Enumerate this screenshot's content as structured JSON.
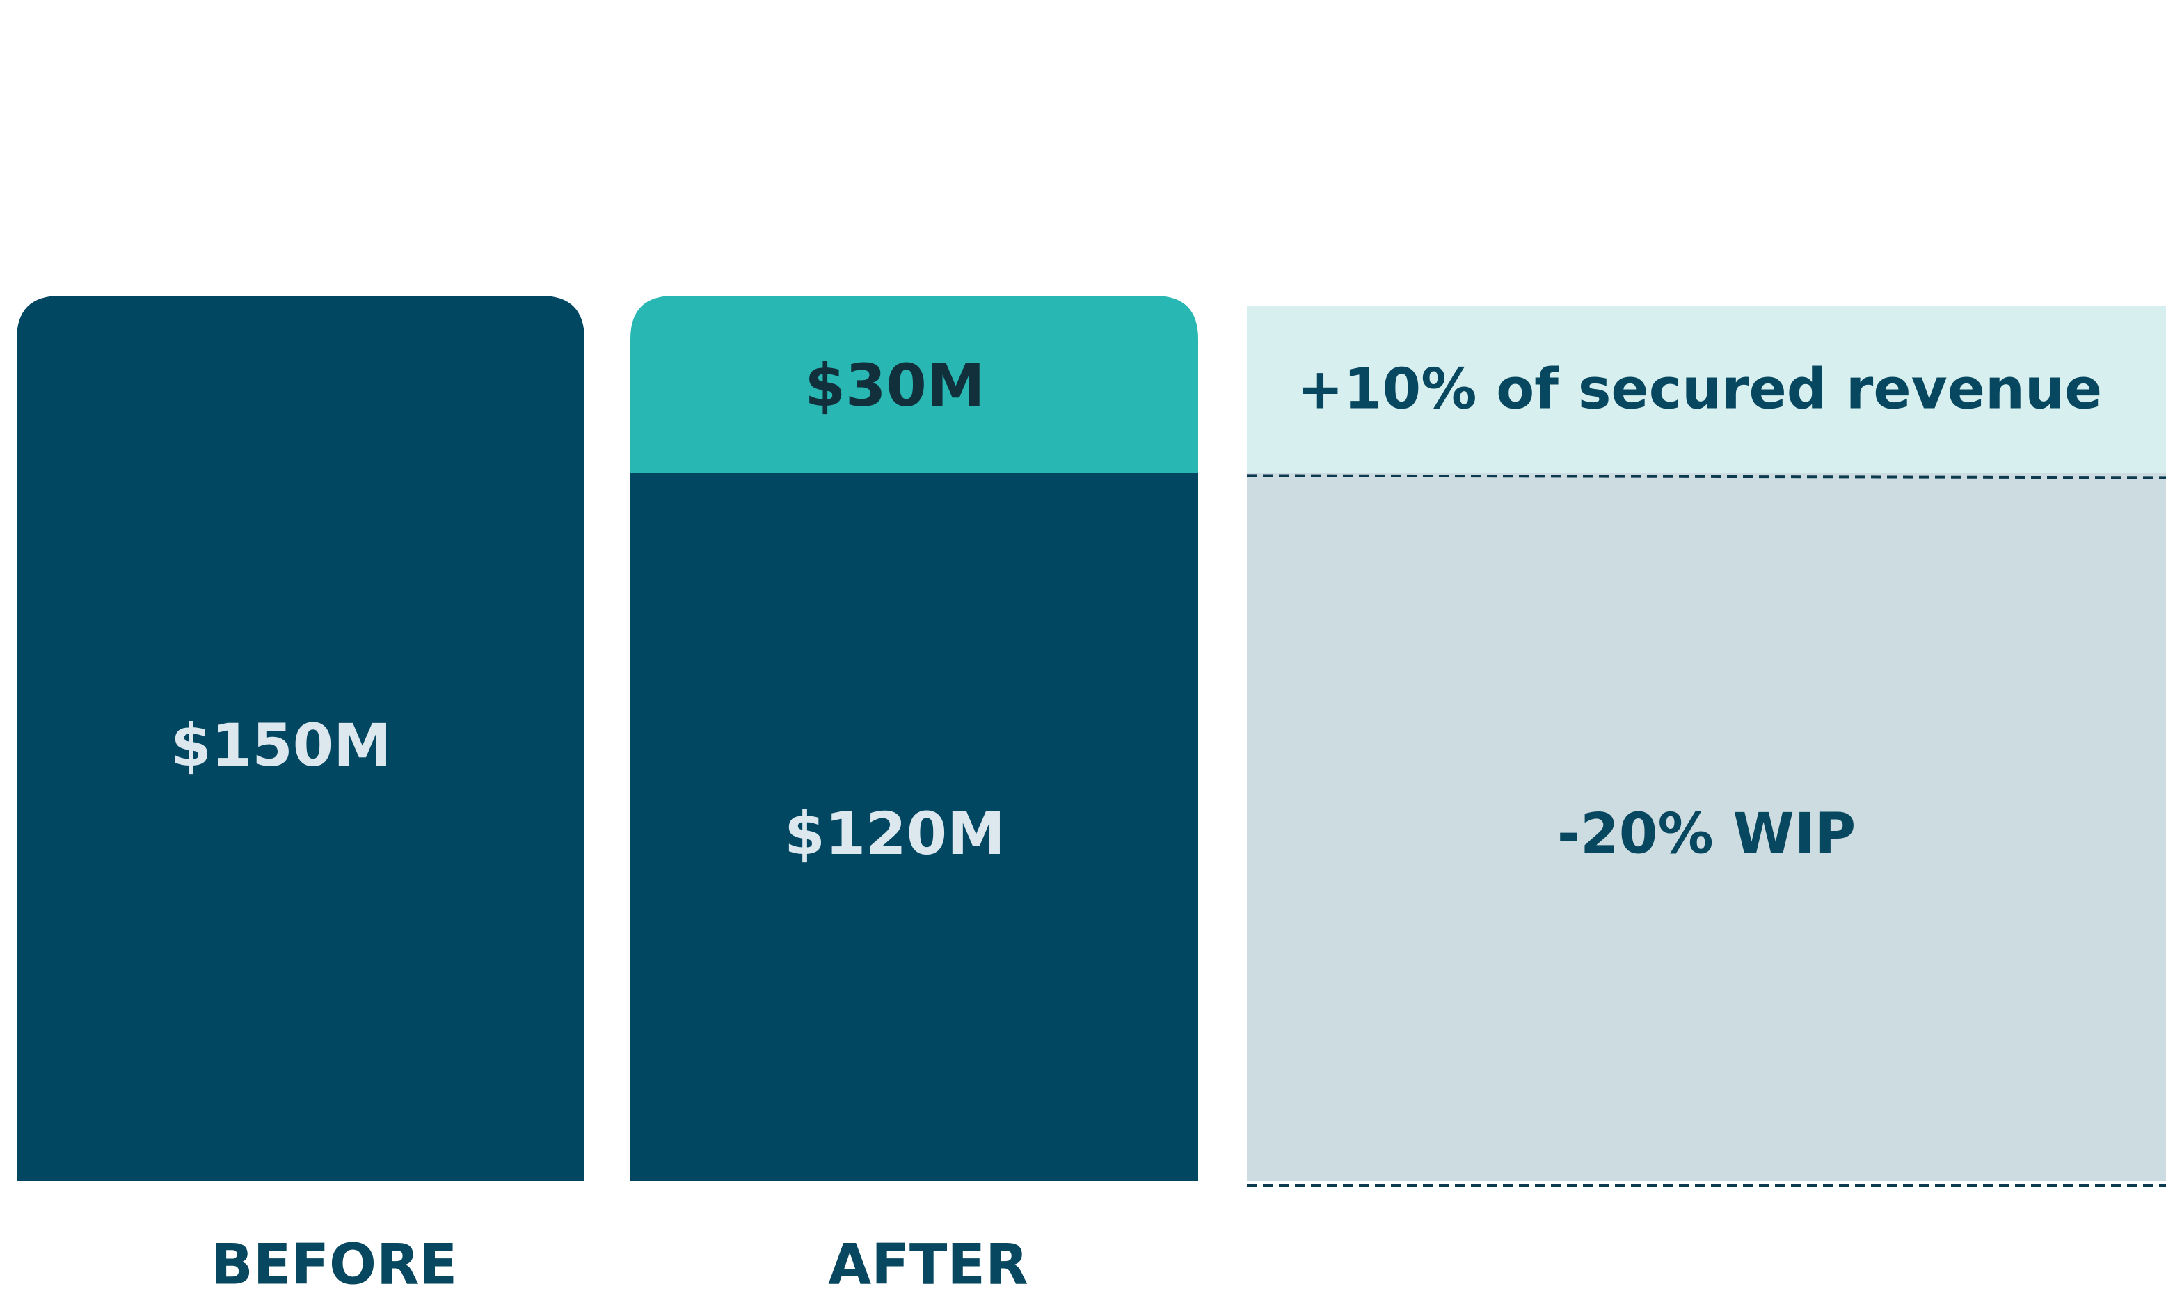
{
  "chart_data": {
    "type": "bar",
    "stacked": true,
    "categories": [
      "BEFORE",
      "AFTER"
    ],
    "series": [
      {
        "values": [
          150,
          120
        ],
        "labels": [
          "$150M",
          "$120M"
        ],
        "color": "#024761"
      },
      {
        "values": [
          0,
          30
        ],
        "labels": [
          "",
          "$30M"
        ],
        "color": "#28b7b3"
      }
    ],
    "ylim": [
      0,
      150
    ],
    "grid": false,
    "legend": "none",
    "annotations": [
      {
        "text": "+10% of secured revenue",
        "from": 120,
        "to": 150,
        "fill": "#d7f0ef",
        "text_color": "#07475f"
      },
      {
        "text": "-20% WIP",
        "from": 0,
        "to": 120,
        "fill": "#cddce1",
        "text_color": "#07475f"
      }
    ],
    "colors": {
      "label_light": "#dde8ee",
      "label_dark": "#11303c",
      "category_text": "#07475f",
      "dash_line": "#0c3a4f"
    }
  }
}
